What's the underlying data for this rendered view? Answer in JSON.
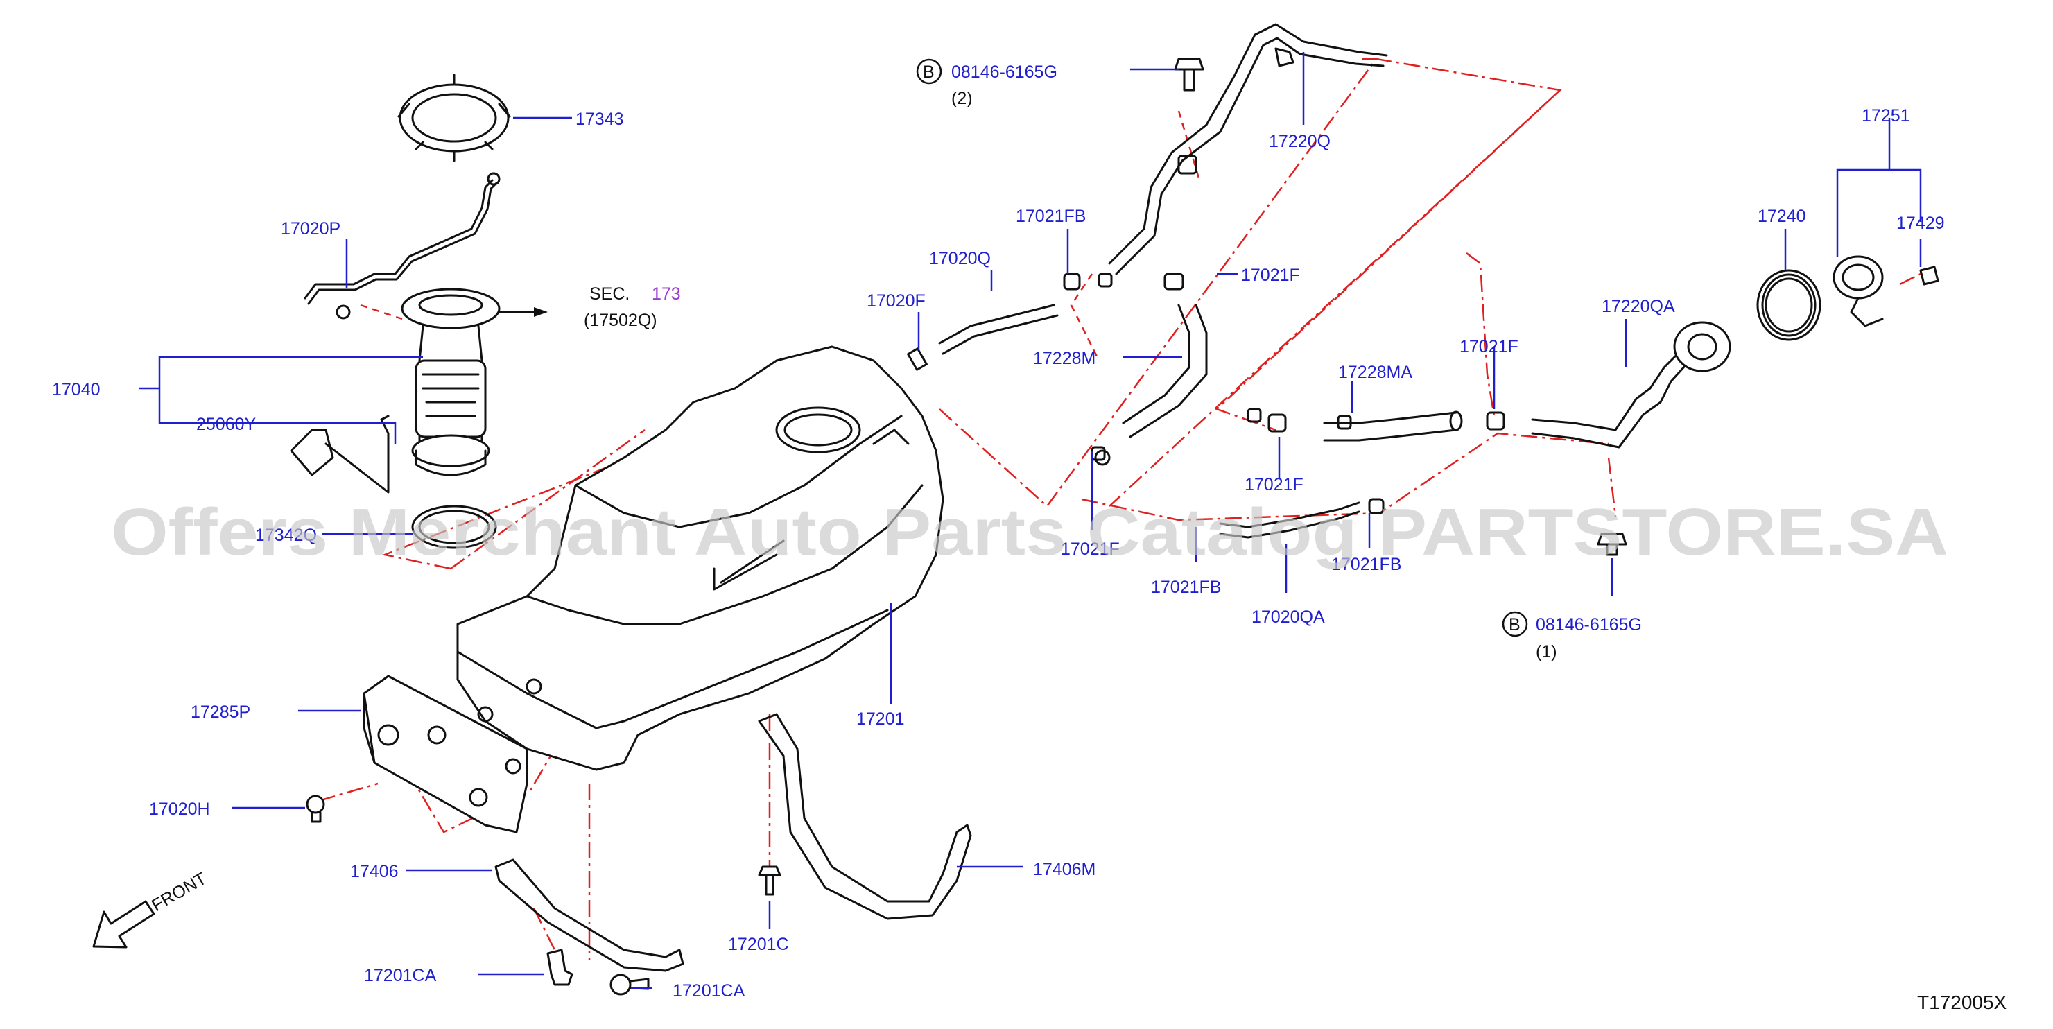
{
  "drawing_code": "T172005X",
  "watermark": "Offers Merchant Auto Parts Catalog PARTSTORE.SA",
  "front_label": "FRONT",
  "sec_ref": {
    "sec": "SEC.",
    "num": "173",
    "sub": "(17502Q)"
  },
  "bolt_refs": [
    {
      "badge": "B",
      "code": "08146-6165G",
      "qty": "(2)"
    },
    {
      "badge": "B",
      "code": "08146-6165G",
      "qty": "(1)"
    }
  ],
  "labels": {
    "p17343": "17343",
    "p17020P": "17020P",
    "p17040": "17040",
    "p25060Y": "25060Y",
    "p17342Q": "17342Q",
    "p17285P": "17285P",
    "p17020H": "17020H",
    "p17406": "17406",
    "p17201CA_a": "17201CA",
    "p17201CA_b": "17201CA",
    "p17201C": "17201C",
    "p17406M": "17406M",
    "p17201": "17201",
    "p17020F": "17020F",
    "p17020Q": "17020Q",
    "p17021FB_top": "17021FB",
    "p17228M": "17228M",
    "p17021F_top": "17021F",
    "p17220Q": "17220Q",
    "p17021F_low": "17021F",
    "p17021FB_low": "17021FB",
    "p17020QA": "17020QA",
    "p17228MA": "17228MA",
    "p17021F_mid": "17021F",
    "p17021F_left": "17021F",
    "p17021FB_right": "17021FB",
    "p17220QA": "17220QA",
    "p17240": "17240",
    "p17251": "17251",
    "p17429": "17429"
  }
}
